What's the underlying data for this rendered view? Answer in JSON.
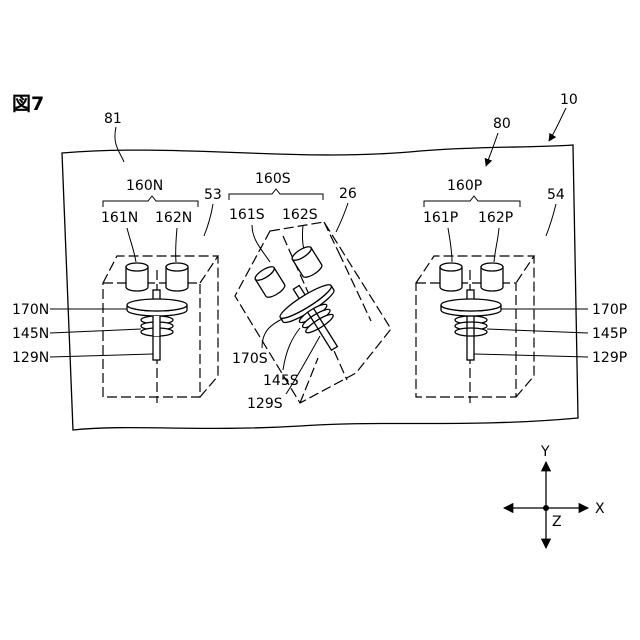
{
  "figure": {
    "title": "図7",
    "ref_device": "10",
    "ref_81": "81",
    "ref_80": "80"
  },
  "group_n": {
    "group": "160N",
    "item_a": "161N",
    "item_b": "162N",
    "box": "53",
    "part_170": "170N",
    "part_145": "145N",
    "part_129": "129N"
  },
  "group_s": {
    "group": "160S",
    "item_a": "161S",
    "item_b": "162S",
    "box": "26",
    "part_170": "170S",
    "part_145": "145S",
    "part_129": "129S"
  },
  "group_p": {
    "group": "160P",
    "item_a": "161P",
    "item_b": "162P",
    "box": "54",
    "part_170": "170P",
    "part_145": "145P",
    "part_129": "129P"
  },
  "axes": {
    "y": "Y",
    "x": "X",
    "z": "Z"
  }
}
